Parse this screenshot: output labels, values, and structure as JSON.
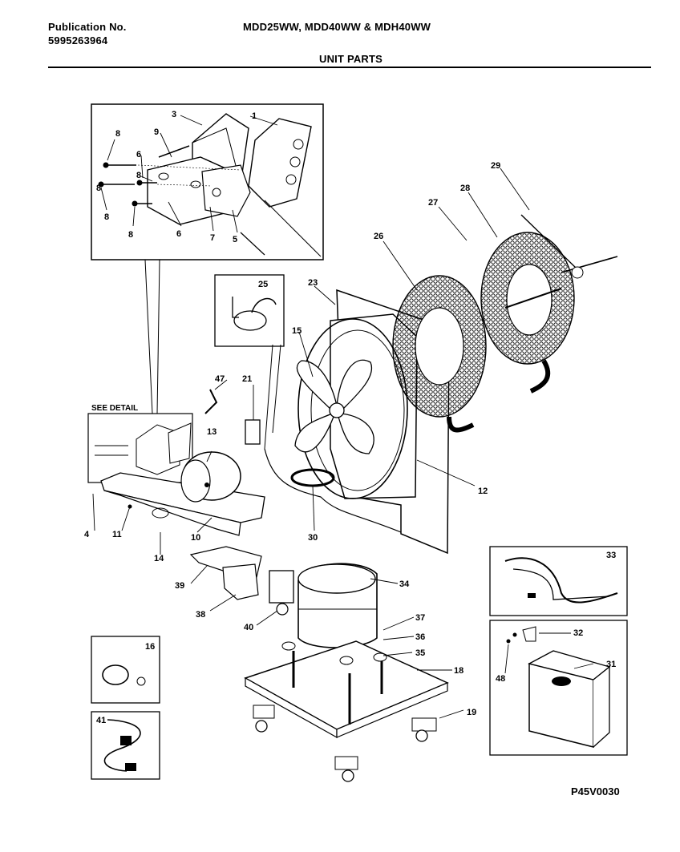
{
  "header": {
    "publication_label": "Publication No.",
    "publication_number": "5995263964",
    "models": "MDD25WW, MDD40WW & MDH40WW",
    "section_title": "UNIT PARTS"
  },
  "detail_label": "SEE DETAIL",
  "footer_code": "P45V0030",
  "callouts": [
    "1",
    "3",
    "4",
    "5",
    "6",
    "6",
    "7",
    "8",
    "8",
    "8",
    "8",
    "8",
    "9",
    "10",
    "11",
    "12",
    "13",
    "14",
    "15",
    "16",
    "18",
    "19",
    "21",
    "23",
    "25",
    "26",
    "27",
    "28",
    "29",
    "30",
    "31",
    "32",
    "33",
    "34",
    "35",
    "36",
    "37",
    "38",
    "39",
    "40",
    "41",
    "47",
    "48"
  ]
}
